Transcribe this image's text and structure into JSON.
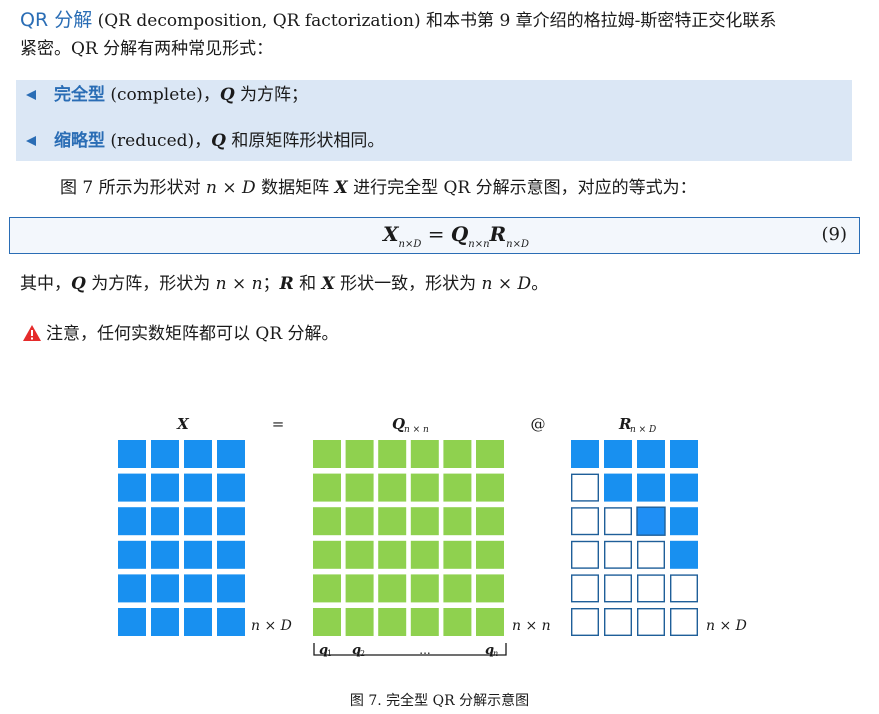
{
  "intro": {
    "term": "QR 分解",
    "rest_line1": " (QR decomposition, QR factorization) 和本书第 9 章介绍的格拉姆-斯密特正交化联系",
    "line2": "紧密。QR 分解有两种常见形式："
  },
  "forms": [
    {
      "term": "完全型",
      "english": " (complete)，",
      "symbol": "Q",
      "desc": " 为方阵；"
    },
    {
      "term": "缩略型",
      "english": " (reduced)，",
      "symbol": "Q",
      "desc": " 和原矩阵形状相同。"
    }
  ],
  "figure_reference": {
    "prefix": "图 7 所示为形状对 ",
    "shape": "n × D",
    "mid": " 数据矩阵 ",
    "symbol": "X",
    "suffix": " 进行完全型 QR 分解示意图，对应的等式为："
  },
  "equation": {
    "lhs": "X",
    "lhs_sub": "n×D",
    "eq": " = ",
    "q": "Q",
    "q_sub": "n×n",
    "r": "R",
    "r_sub": "n×D",
    "number": "(9)"
  },
  "explanation": {
    "p1": "其中，",
    "q": "Q",
    "p2": " 为方阵，形状为 ",
    "q_shape": "n × n",
    "p3": "；",
    "r": "R",
    "p4": " 和 ",
    "x": "X",
    "p5": " 形状一致，形状为 ",
    "x_shape": "n × D",
    "p6": "。"
  },
  "note": {
    "text": "注意，任何实数矩阵都可以 QR 分解。"
  },
  "figure": {
    "labels": {
      "x": "X",
      "equals": "=",
      "q": "Q",
      "q_sub": "n × n",
      "at": "@",
      "r": "R",
      "r_sub": "n × D",
      "x_dim": "n × D",
      "q_dim": "n × n",
      "r_dim": "n × D",
      "q1": "q",
      "q1_sub": "1",
      "q2": "q",
      "q2_sub": "2",
      "ellipsis": "...",
      "qn": "q",
      "qn_sub": "n"
    },
    "x_matrix": {
      "rows": 6,
      "cols": 4
    },
    "q_matrix": {
      "rows": 6,
      "cols": 6
    },
    "r_matrix": {
      "rows": 6,
      "cols": 4,
      "filled": [
        [
          1,
          1,
          1,
          1
        ],
        [
          0,
          1,
          1,
          1
        ],
        [
          0,
          0,
          1,
          1
        ],
        [
          0,
          0,
          0,
          1
        ],
        [
          0,
          0,
          0,
          0
        ],
        [
          0,
          0,
          0,
          0
        ]
      ]
    },
    "caption": "图 7. 完全型 QR 分解示意图"
  },
  "colors": {
    "accent": "#2a6db5",
    "box_fill": "#dbe7f5",
    "x_cell": "#1890f0",
    "q_cell": "#8fd14f",
    "r_cell": "#1890f0",
    "r_highlight": "#1f8ff5",
    "r_empty_border": "#1f5f99",
    "warning": "#e52b2b"
  }
}
